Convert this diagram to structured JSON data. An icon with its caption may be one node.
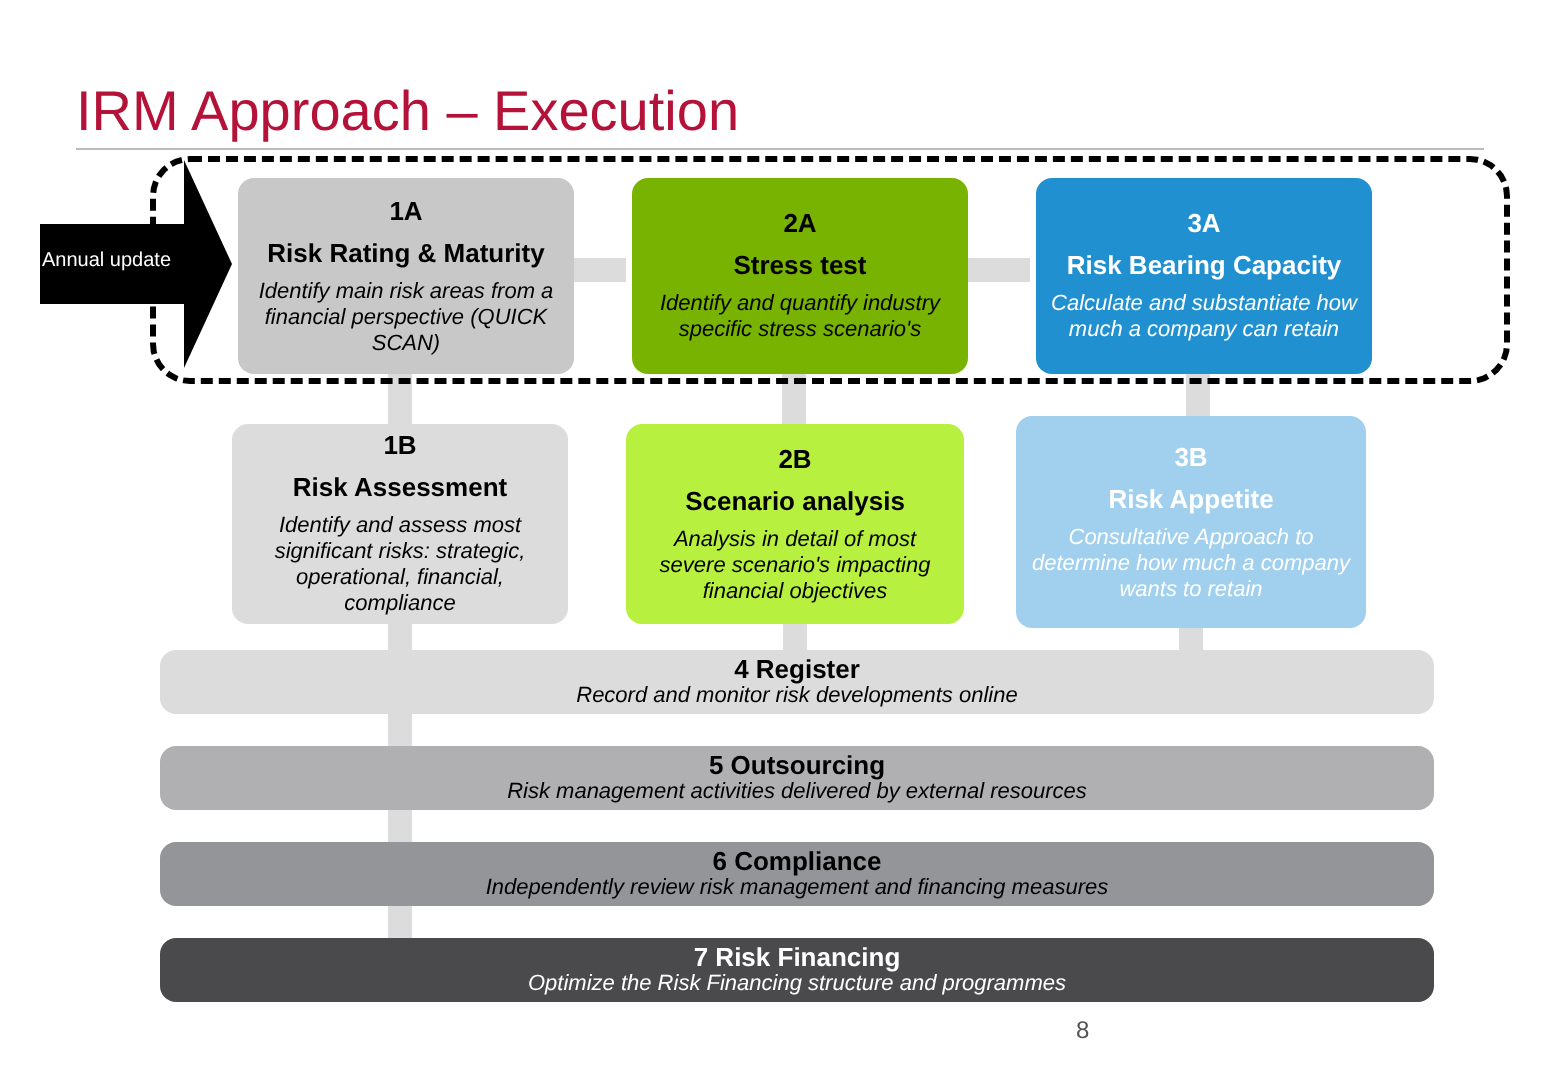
{
  "diagram": {
    "title": "IRM Approach – Execution",
    "nodes": [
      {
        "text": [
          "Annual update"
        ]
      },
      {
        "text": [],
        "shape": "box"
      },
      {
        "text": [
          "1A",
          "Risk Rating & Maturity",
          "Identify main risk areas from a financial perspective (QUICK SCAN)"
        ],
        "in": 1
      },
      {
        "text": [
          "2A",
          "Stress test",
          "Identify and quantify industry specific stress scenario's"
        ],
        "in": 1
      },
      {
        "text": [
          "3A",
          "Risk Bearing Capacity",
          "Calculate and substantiate how much a company can retain"
        ],
        "in": 1
      },
      {
        "text": [
          "1B",
          "Risk Assessment",
          "Identify and assess most significant risks: strategic, operational, financial, compliance"
        ]
      },
      {
        "text": [
          "2B",
          "Scenario analysis",
          "Analysis in detail of most severe scenario's impacting financial objectives"
        ]
      },
      {
        "text": [
          "3B",
          "Risk Appetite",
          "Consultative Approach to determine how much a company wants to retain"
        ]
      },
      {
        "text": [
          "4 Register",
          "Record and monitor risk developments online"
        ]
      },
      {
        "text": [
          "5 Outsourcing",
          "Risk management activities delivered by external resources"
        ]
      },
      {
        "text": [
          "6 Compliance",
          "Independently review risk management and financing measures"
        ]
      },
      {
        "text": [
          "7 Risk Financing",
          "Optimize the Risk Financing structure and programmes"
        ]
      }
    ],
    "edges": [
      {
        "from": 2,
        "to": 3,
        "arrow": "none"
      },
      {
        "from": 3,
        "to": 4,
        "arrow": "none"
      },
      {
        "from": 2,
        "to": 5,
        "arrow": "none"
      },
      {
        "from": 3,
        "to": 6,
        "arrow": "none"
      },
      {
        "from": 4,
        "to": 7,
        "arrow": "none"
      },
      {
        "from": 5,
        "to": 8,
        "arrow": "none"
      },
      {
        "from": 6,
        "to": 8,
        "arrow": "none"
      },
      {
        "from": 7,
        "to": 8,
        "arrow": "none"
      },
      {
        "from": 8,
        "to": 9,
        "arrow": "none"
      },
      {
        "from": 9,
        "to": 10,
        "arrow": "none"
      },
      {
        "from": 10,
        "to": 11,
        "arrow": "none"
      }
    ],
    "labels": [
      "8"
    ]
  }
}
